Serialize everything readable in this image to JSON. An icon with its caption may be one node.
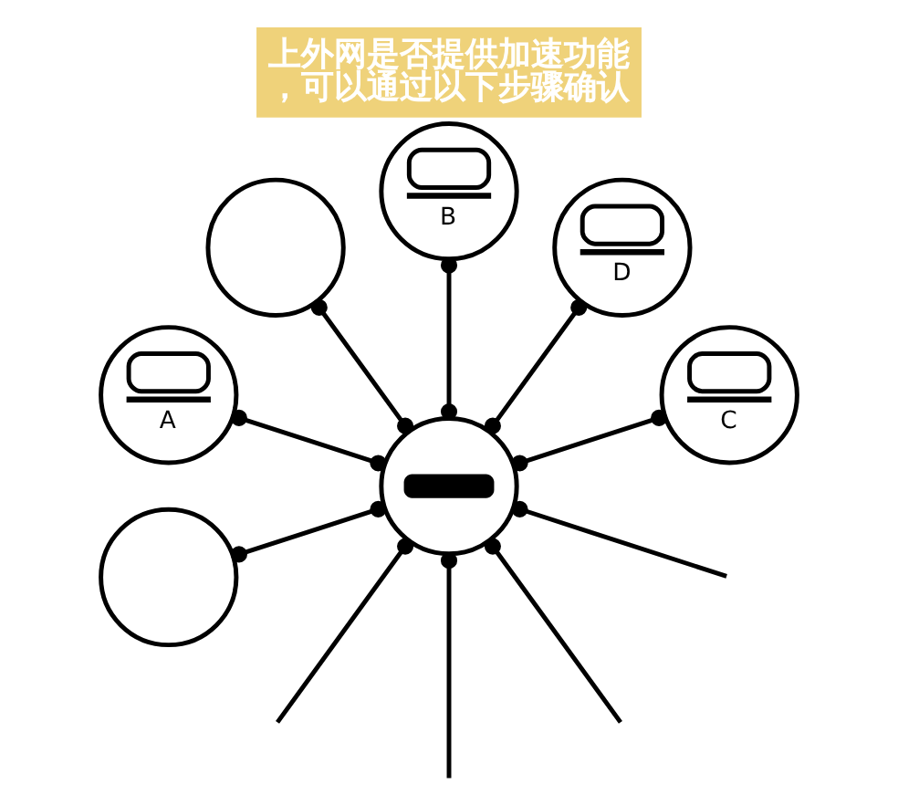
{
  "diagram": {
    "title": "上外网是否提供加速功能，可以通过以下步骤确认",
    "nodes": [
      {
        "text": [
          "C"
        ]
      },
      {
        "text": [
          "D"
        ]
      },
      {
        "text": [
          "B"
        ]
      },
      {
        "text": [],
        "shape": "circle"
      },
      {
        "text": [
          "A"
        ]
      },
      {
        "text": [],
        "shape": "circle"
      },
      {
        "text": [],
        "shape": "circle"
      }
    ],
    "edges": [
      {
        "from": 5,
        "to": 0,
        "arrow": "other"
      },
      {
        "from": 5,
        "to": 1,
        "arrow": "other"
      },
      {
        "from": 5,
        "to": 2,
        "arrow": "other"
      },
      {
        "from": 5,
        "to": 3,
        "arrow": "other"
      },
      {
        "from": 5,
        "to": 4,
        "arrow": "other"
      },
      {
        "from": 5,
        "to": null,
        "arrow": "other"
      },
      {
        "from": 5,
        "to": 6,
        "arrow": "other"
      },
      {
        "from": 5,
        "to": null,
        "arrow": "other"
      },
      {
        "from": 5,
        "to": null,
        "arrow": "other"
      },
      {
        "from": 5,
        "to": null,
        "arrow": "other"
      }
    ]
  }
}
